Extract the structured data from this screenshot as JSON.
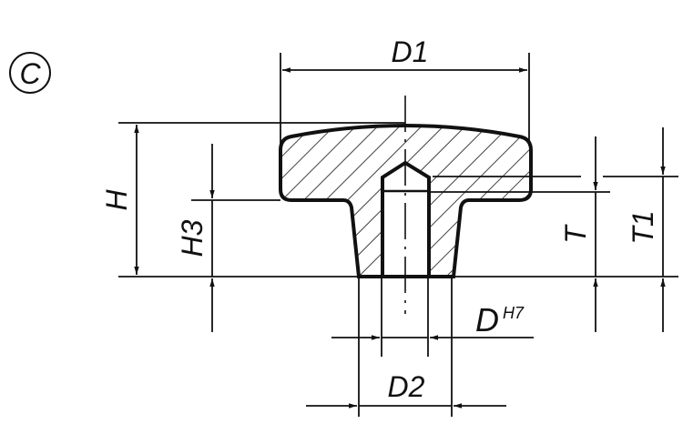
{
  "variant": {
    "label": "C"
  },
  "dimensions": {
    "d1": "D1",
    "h": "H",
    "h3": "H3",
    "t": "T",
    "t1": "T1",
    "d": "D",
    "d_tolerance": "H7",
    "d2": "D2"
  },
  "colors": {
    "line": "#111111",
    "background": "#ffffff"
  }
}
